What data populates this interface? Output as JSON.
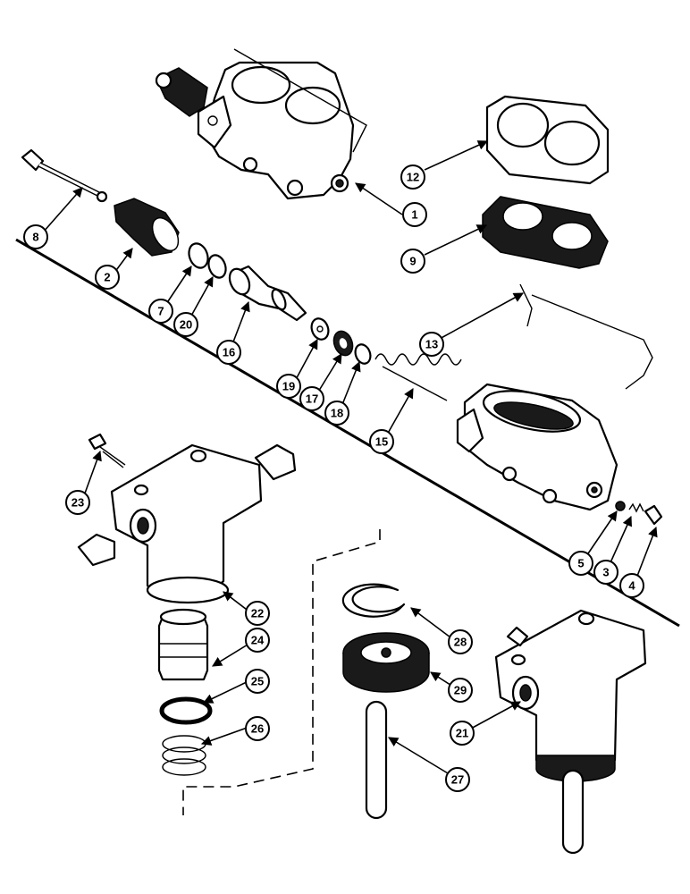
{
  "diagram": {
    "callouts": [
      "1",
      "12",
      "9",
      "8",
      "2",
      "7",
      "20",
      "16",
      "13",
      "19",
      "17",
      "18",
      "15",
      "23",
      "22",
      "24",
      "25",
      "26",
      "5",
      "3",
      "4",
      "28",
      "29",
      "21",
      "27"
    ]
  }
}
